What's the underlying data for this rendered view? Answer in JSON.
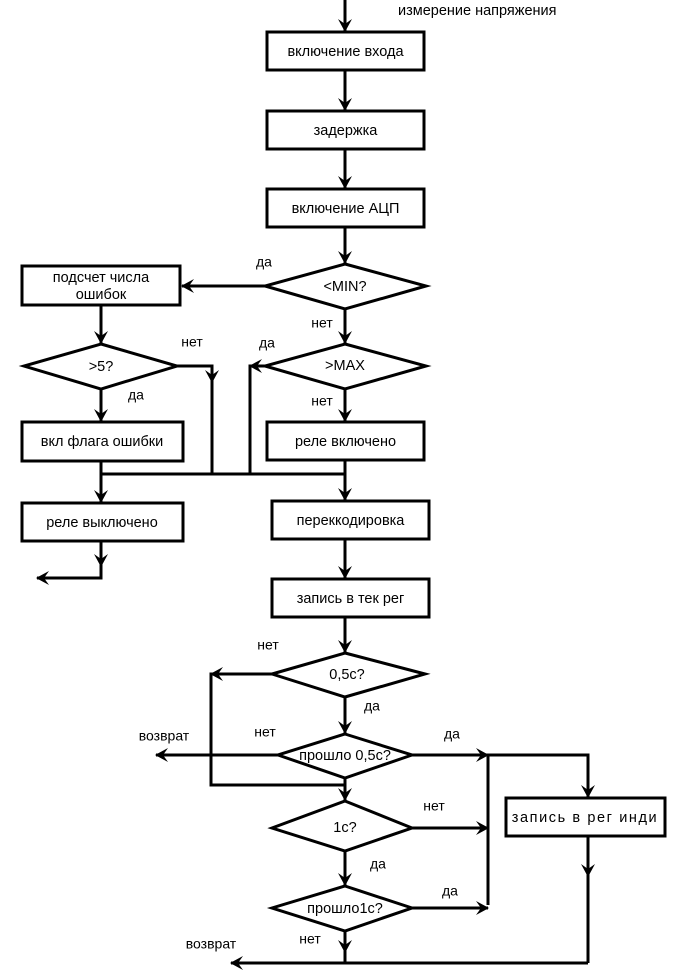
{
  "diagram": {
    "title": "измерение напряжения",
    "language": "ru",
    "background_color": "#ffffff",
    "line_color": "#000000",
    "node_fill": "#ffffff"
  },
  "nodes": {
    "vklyuchenie_vhoda": {
      "label": "включение входа",
      "type": "process"
    },
    "zaderzhka": {
      "label": "задержка",
      "type": "process"
    },
    "vklyuchenie_acp": {
      "label": "включение АЦП",
      "type": "process"
    },
    "min_check": {
      "label": "<MIN?",
      "type": "decision"
    },
    "podschet_chisla": {
      "label_line1": "подсчет числа",
      "label_line2": "ошибок",
      "type": "process"
    },
    "bolshe_5": {
      "label": ">5?",
      "type": "decision"
    },
    "max_check": {
      "label": ">MAX",
      "type": "decision"
    },
    "vkl_flaga_oshibki": {
      "label": "вкл  флага ошибки",
      "type": "process"
    },
    "rele_vklyucheno": {
      "label": "реле включено",
      "type": "process"
    },
    "rele_vyklyucheno": {
      "label": "реле  выключено",
      "type": "process"
    },
    "perekkodirovka": {
      "label": "переккодировка",
      "type": "process"
    },
    "zapis_v_tek_reg": {
      "label": "запись в тек рег",
      "type": "process"
    },
    "polsec_check": {
      "label": "0,5с?",
      "type": "decision"
    },
    "proshlo_polsec": {
      "label": "прошло 0,5с?",
      "type": "decision"
    },
    "odna_sec_check": {
      "label": "1с?",
      "type": "decision"
    },
    "proshlo_odna_sec": {
      "label": "прошло1с?",
      "type": "decision"
    },
    "zapis_v_reg_indi": {
      "label": "запись  в  рег  инди",
      "type": "process"
    }
  },
  "edge_labels": {
    "min_yes": "да",
    "min_no": "нет",
    "bolshe5_no": "нет",
    "bolshe5_yes": "да",
    "max_yes": "да",
    "max_no": "нет",
    "polsec_no": "нет",
    "polsec_yes": "да",
    "proshlo_polsec_no": "нет",
    "proshlo_polsec_yes": "да",
    "odnasec_no": "нет",
    "odnasec_yes": "да",
    "proshlo_odnasec_yes": "да",
    "proshlo_odnasec_no": "нет",
    "vozvrat_1": "возврат",
    "vozvrat_2": "возврат"
  }
}
